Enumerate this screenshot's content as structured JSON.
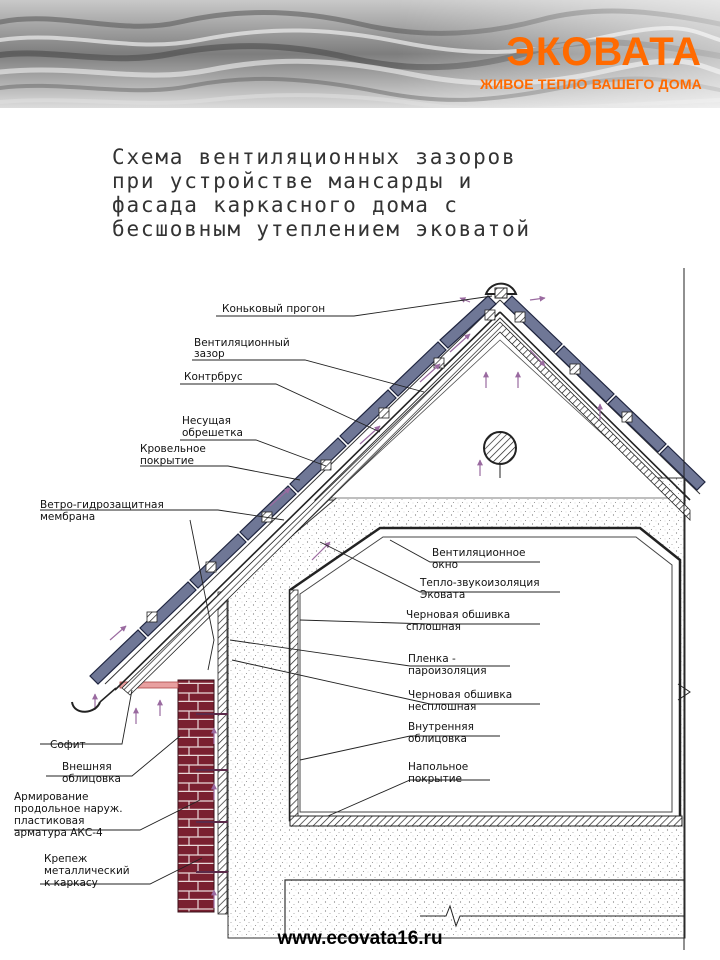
{
  "brand": {
    "name": "ЭКОВАТА",
    "slogan": "ЖИВОЕ ТЕПЛО ВАШЕГО ДОМА"
  },
  "title_lines": [
    "Схема вентиляционных зазоров",
    "при устройстве мансарды и",
    "фасада каркасного дома с",
    "бесшовным утеплением эковатой"
  ],
  "labels": {
    "ridge": "Коньковый прогон",
    "vent_gap_1": "Вентиляционный",
    "vent_gap_2": "зазор",
    "counter_batten": "Контрбрус",
    "lathing_1": "Несущая",
    "lathing_2": "обрешетка",
    "roofing_1": "Кровельное",
    "roofing_2": "покрытие",
    "membrane_1": "Ветро-гидрозащитная",
    "membrane_2": "мембрана",
    "vent_window_1": "Вентиляционное",
    "vent_window_2": "окно",
    "insulation_1": "Тепло-звукоизоляция",
    "insulation_2": "Эковата",
    "rough_solid_1": "Черновая обшивка",
    "rough_solid_2": "сплошная",
    "film_1": "Пленка -",
    "film_2": "пароизоляция",
    "rough_sparse_1": "Черновая обшивка",
    "rough_sparse_2": "несплошная",
    "inner_1": "Внутренняя",
    "inner_2": "облицовка",
    "floor_1": "Напольное",
    "floor_2": "покрытие",
    "soffit": "Софит",
    "outer_1": "Внешняя",
    "outer_2": "облицовка",
    "reinf_1": "Армирование",
    "reinf_2": "продольное наруж.",
    "reinf_3": "пластиковая",
    "reinf_4": "арматура АКС-4",
    "fastener_1": "Крепеж",
    "fastener_2": "металлический",
    "fastener_3": "к каркасу"
  },
  "footer": {
    "url": "www.ecovata16.ru"
  },
  "colors": {
    "brand": "#ff6a00",
    "roof": "#6f7796",
    "brick": "#7a2030",
    "arrow": "#9a6aa0"
  }
}
